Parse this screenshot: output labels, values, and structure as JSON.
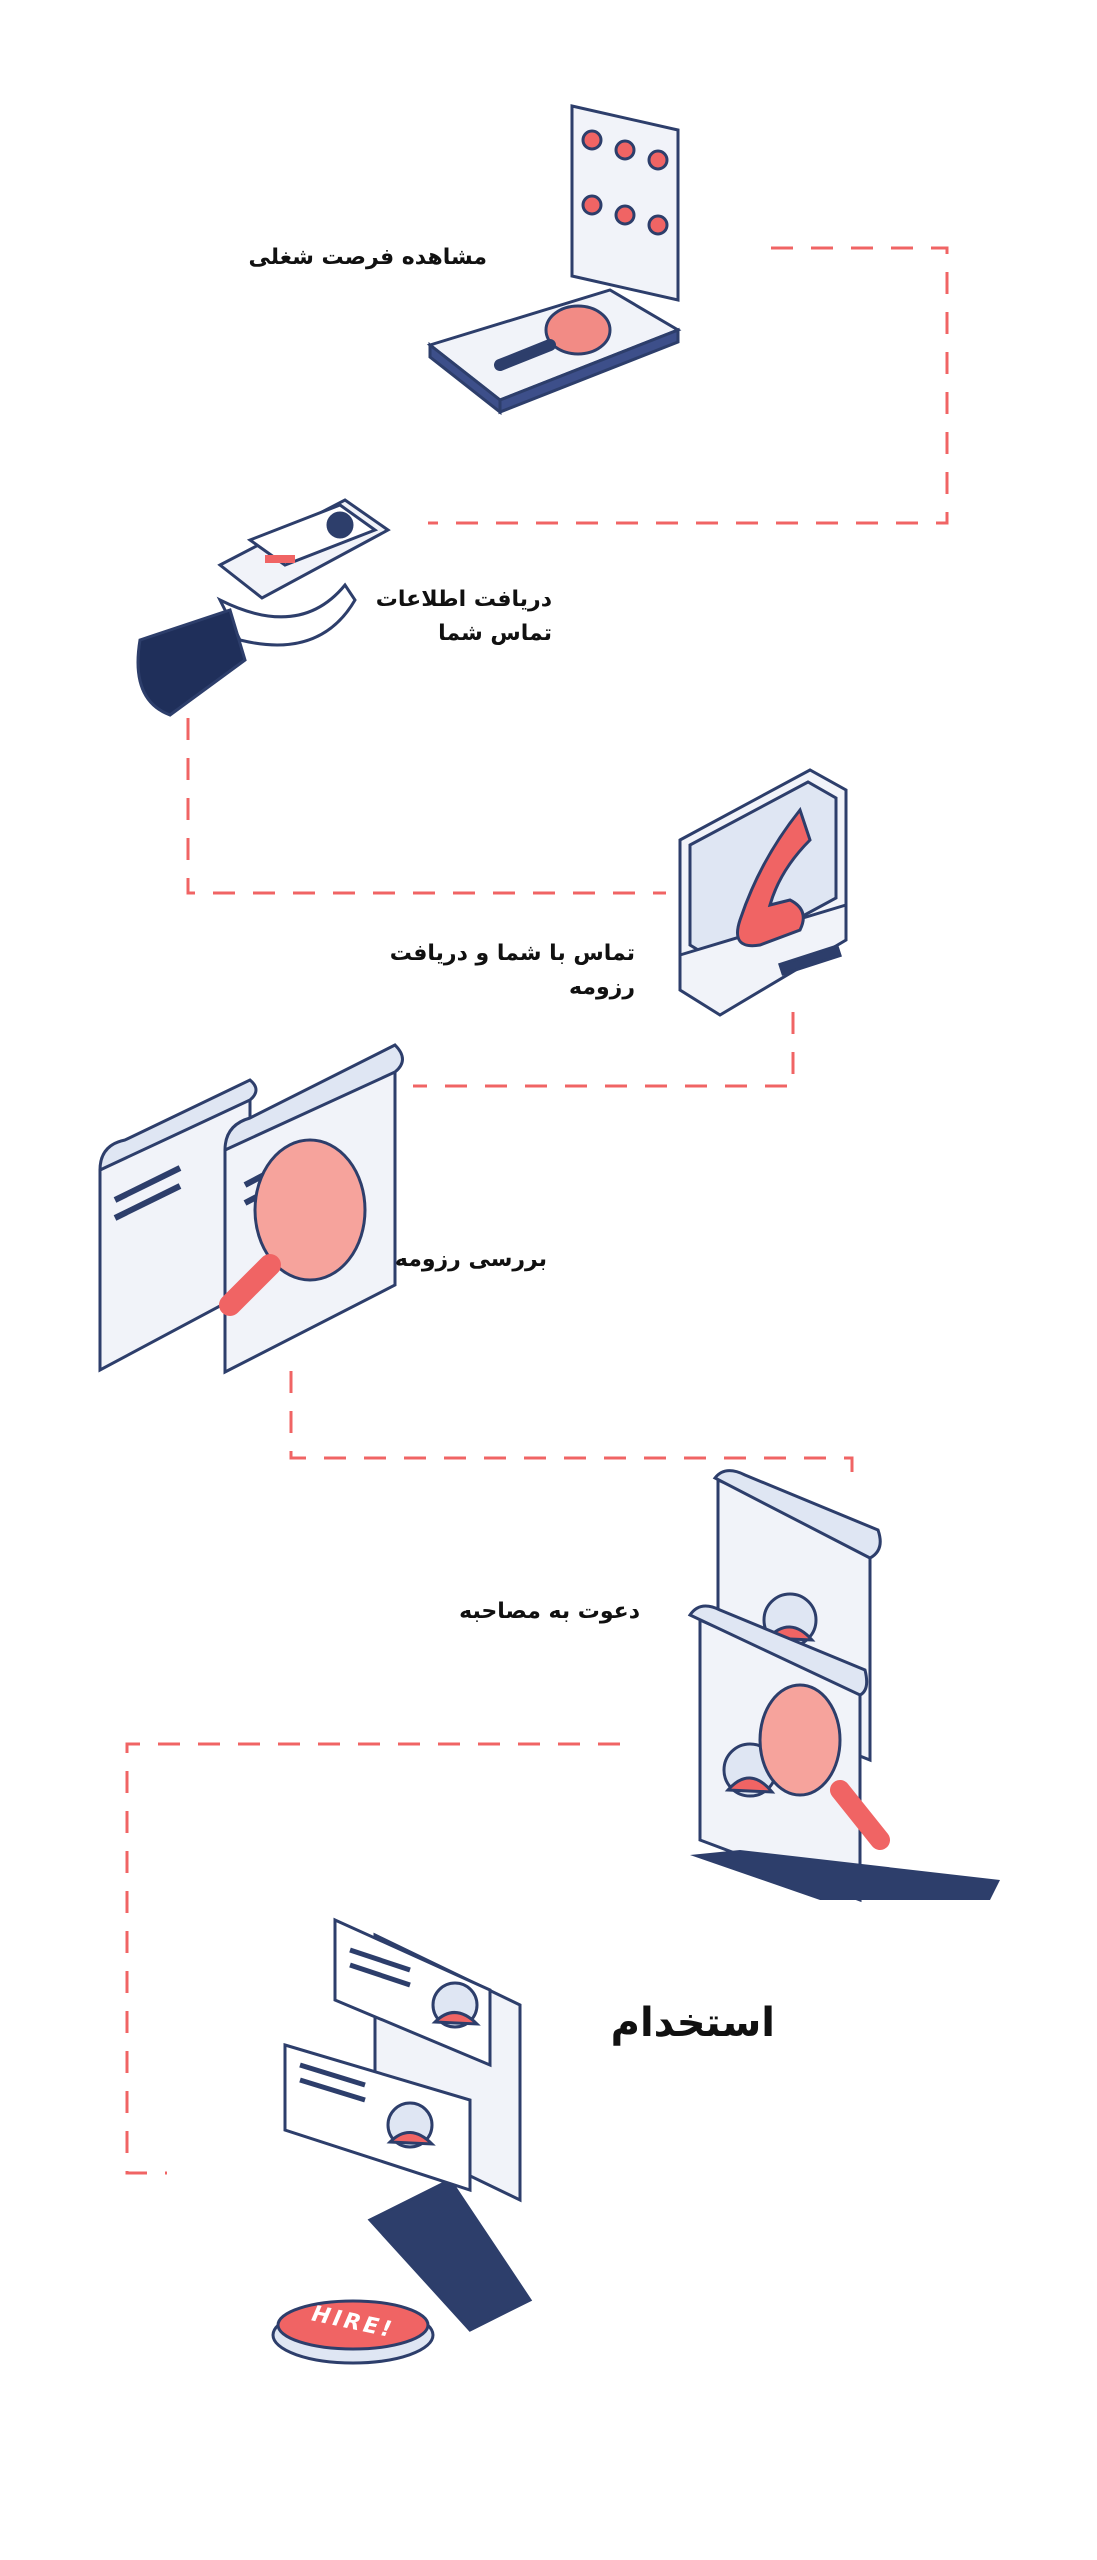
{
  "colors": {
    "accent": "#f06464",
    "navy": "#2d3e6b",
    "light": "#dfe6f3",
    "paper": "#f1f3f9"
  },
  "steps": [
    {
      "label": "مشاهده فرصت شغلی",
      "icon": "job-board-search-icon"
    },
    {
      "label_line1": "دریافت اطلاعات",
      "label_line2": "تماس شما",
      "icon": "hand-phone-icon"
    },
    {
      "label_line1": "تماس با شما و دریافت",
      "label_line2": "رزومه",
      "icon": "laptop-phone-icon"
    },
    {
      "label": "بررسی رزومه",
      "icon": "resume-review-icon"
    },
    {
      "label": "دعوت به مصاحبه",
      "icon": "interview-cards-icon"
    },
    {
      "label": "استخدام",
      "icon": "hire-stand-icon",
      "button": "HIRE!"
    }
  ]
}
